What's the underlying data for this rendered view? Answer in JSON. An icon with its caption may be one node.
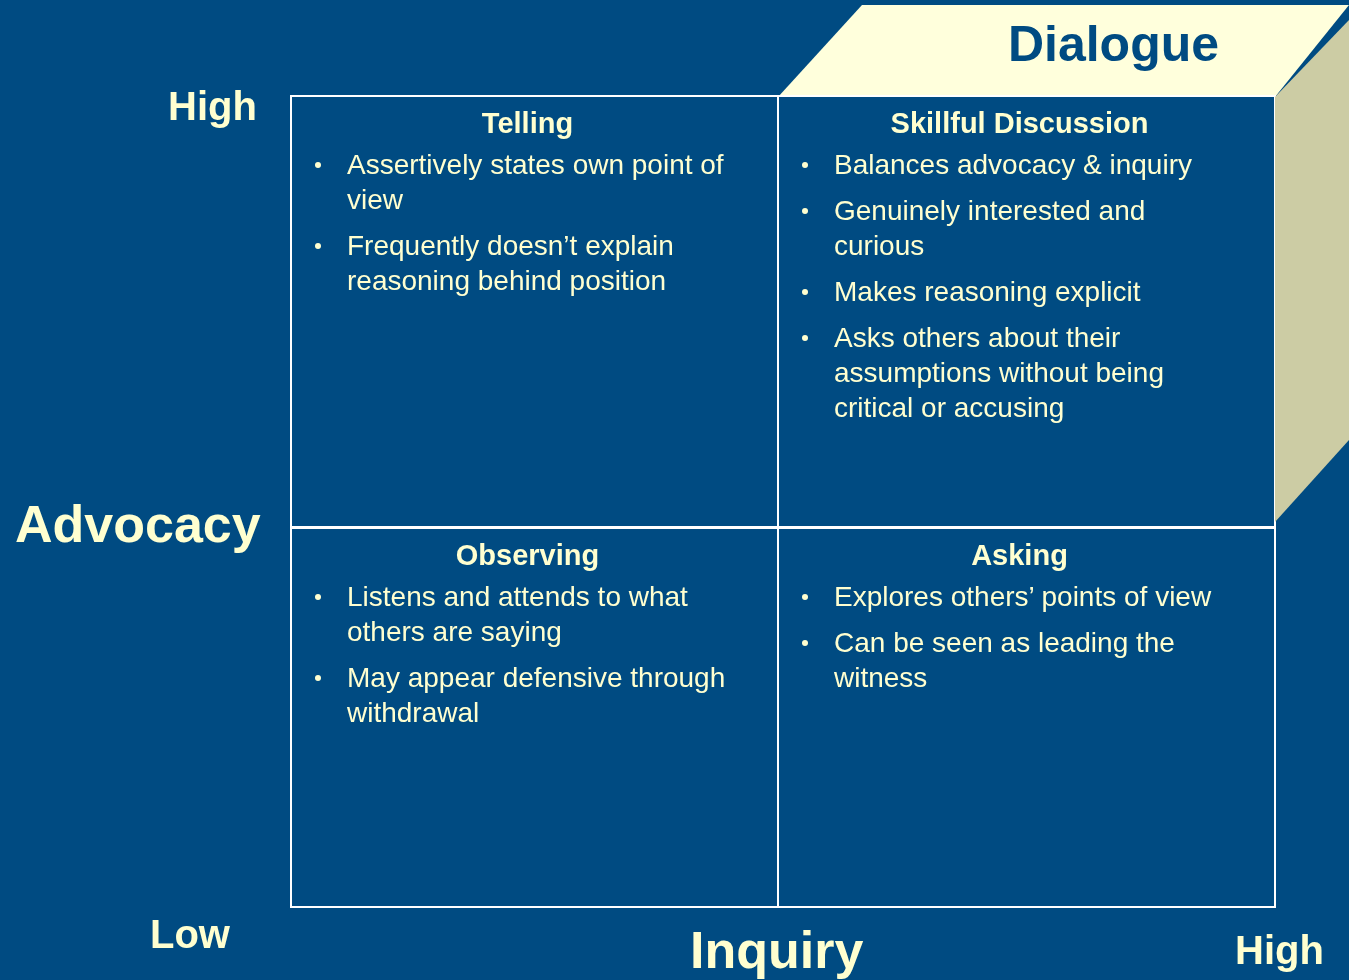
{
  "diagram": {
    "nodes": [
      {
        "text": [
          "Dialogue"
        ]
      },
      {
        "text": [
          "Telling",
          "Assertively states own point of view",
          "Frequently doesn’t explain reasoning behind position"
        ]
      },
      {
        "text": [
          "Skillful Discussion",
          "Balances advocacy & inquiry",
          "Genuinely interested and curious",
          "Makes reasoning explicit",
          "Asks others about their assumptions without being critical or accusing"
        ]
      },
      {
        "text": [
          "Observing",
          "Listens and attends to what others are saying",
          "May appear defensive through withdrawal"
        ]
      },
      {
        "text": [
          "Asking",
          "Explores others’ points of view",
          "Can be seen as leading the witness"
        ]
      },
      {
        "text": [],
        "shape": "box"
      }
    ],
    "labels": [
      "High",
      "Advocacy",
      "Low",
      "Inquiry",
      "High"
    ]
  }
}
